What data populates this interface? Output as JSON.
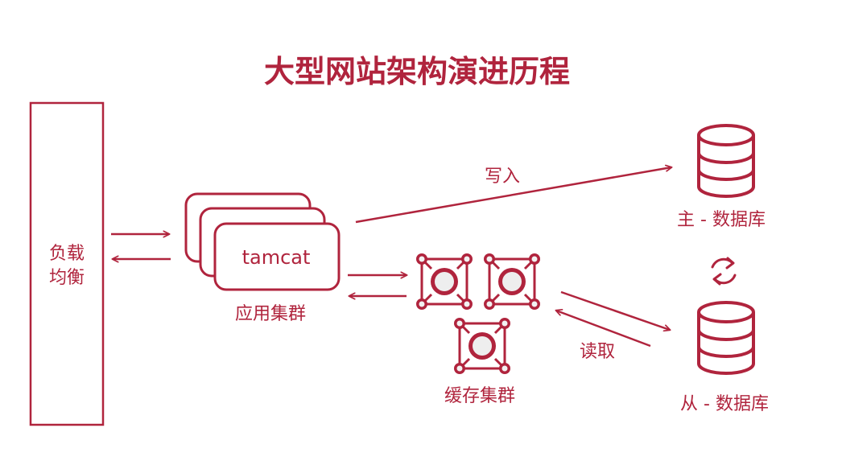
{
  "title": "大型网站架构演进历程",
  "load_balancer": {
    "line1": "负载",
    "line2": "均衡"
  },
  "app_cluster": {
    "server_label": "tamcat",
    "caption": "应用集群"
  },
  "cache_cluster": {
    "caption": "缓存集群"
  },
  "databases": {
    "master": "主 - 数据库",
    "slave": "从 - 数据库"
  },
  "edges": {
    "write": "写入",
    "read": "读取"
  },
  "icons": {
    "database": "database-icon",
    "sync": "sync-icon",
    "cache_node": "cache-node-icon"
  },
  "colors": {
    "accent": "#b0243d"
  }
}
